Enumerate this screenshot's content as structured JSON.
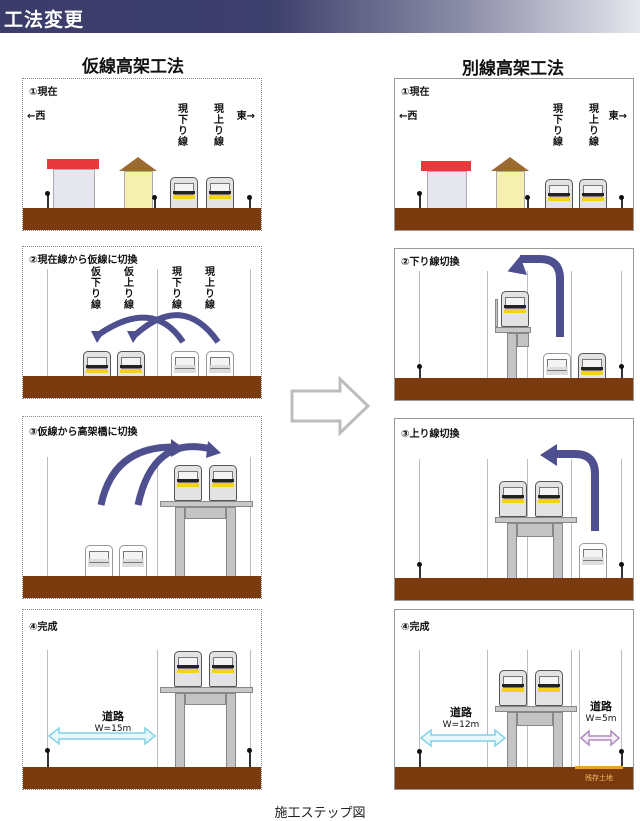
{
  "header": {
    "title": "工法変更"
  },
  "columns": [
    {
      "title": "仮線高架工法",
      "steps": [
        {
          "label": "①現在",
          "west": "←西",
          "east": "東→",
          "tracks": [
            "現下り線",
            "現上り線"
          ]
        },
        {
          "label": "②現在線から仮線に切換",
          "tracks": [
            "仮下り線",
            "仮上り線",
            "現下り線",
            "現上り線"
          ]
        },
        {
          "label": "③仮線から高架橋に切換"
        },
        {
          "label": "④完成",
          "road": {
            "name": "道路",
            "width": "W=15m"
          }
        }
      ]
    },
    {
      "title": "別線高架工法",
      "steps": [
        {
          "label": "①現在",
          "west": "←西",
          "east": "東→",
          "tracks": [
            "現下り線",
            "現上り線"
          ]
        },
        {
          "label": "②下り線切換"
        },
        {
          "label": "③上り線切換"
        },
        {
          "label": "④完成",
          "road": {
            "name": "道路",
            "width": "W=12m"
          },
          "road2": {
            "name": "道路",
            "width": "W=5m"
          },
          "land": "残存土地"
        }
      ]
    }
  ],
  "caption": "施工ステップ図",
  "colors": {
    "ground": "#7a3a0e",
    "arrow": "#4e4f8f",
    "header": "#3b3c6a",
    "road_arrow": "#7fd4e6",
    "road_arrow2": "#b08ac0",
    "land": "#f0a020"
  }
}
